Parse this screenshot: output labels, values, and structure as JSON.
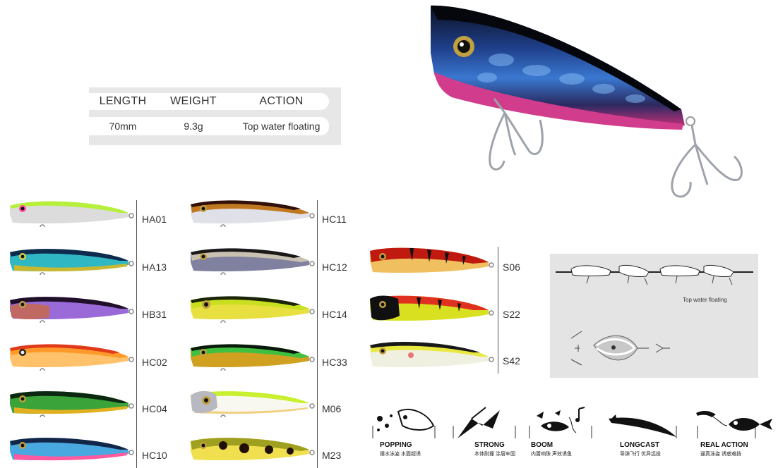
{
  "specs": {
    "headers": [
      "LENGTH",
      "WEIGHT",
      "ACTION"
    ],
    "values": [
      "70mm",
      "9.3g",
      "Top water floating"
    ]
  },
  "columns": [
    {
      "codes": [
        "HA01",
        "HA13",
        "HB31",
        "HC02",
        "HC04",
        "HC10"
      ]
    },
    {
      "codes": [
        "HC11",
        "HC12",
        "HC14",
        "HC33",
        "M06",
        "M23"
      ]
    },
    {
      "codes": [
        "S06",
        "S22",
        "S42"
      ]
    }
  ],
  "action_diagram": {
    "caption": "Top water floating"
  },
  "features": [
    {
      "label": "POPPING",
      "sub": "撞水泳姿 水面超诱"
    },
    {
      "label": "STRONG",
      "sub": "本体耐撞 涂层牢固"
    },
    {
      "label": "BOOM",
      "sub": "内置响珠 声效诱鱼"
    },
    {
      "label": "LONGCAST",
      "sub": "导弹飞行 优异远投"
    },
    {
      "label": "REAL ACTION",
      "sub": "逼真泳姿 诱惑难挡"
    }
  ],
  "colors": {
    "HA01": [
      "#b6f03a",
      "#d8d8d8",
      "#ff4aa0"
    ],
    "HA13": [
      "#0e2b4e",
      "#2fb8c4",
      "#c8b832"
    ],
    "HB31": [
      "#20102a",
      "#9a6ad8",
      "#d06a30"
    ],
    "HC02": [
      "#e03a1a",
      "#ff9a2a",
      "#ffc26a"
    ],
    "HC04": [
      "#0c2810",
      "#3aa33a",
      "#e0b020"
    ],
    "HC10": [
      "#12264a",
      "#4aa8e0",
      "#ff5aa0"
    ],
    "HC11": [
      "#301008",
      "#c07820",
      "#e0e0e8"
    ],
    "HC12": [
      "#1a1818",
      "#c8c0b0",
      "#8080a0"
    ],
    "HC14": [
      "#1a2408",
      "#c8e020",
      "#e8e040"
    ],
    "HC33": [
      "#0a1a0a",
      "#40c040",
      "#d0a020"
    ],
    "M06": [
      "#c8f030",
      "#f8f8f0",
      "#f0d080"
    ],
    "M23": [
      "#201008",
      "#a0a020",
      "#f0e050"
    ],
    "S06": [
      "#c01a10",
      "#e06a30",
      "#f0c060"
    ],
    "S22": [
      "#101010",
      "#e03020",
      "#d8e020"
    ],
    "S42": [
      "#181818",
      "#f0f0e0",
      "#e8e840"
    ]
  }
}
